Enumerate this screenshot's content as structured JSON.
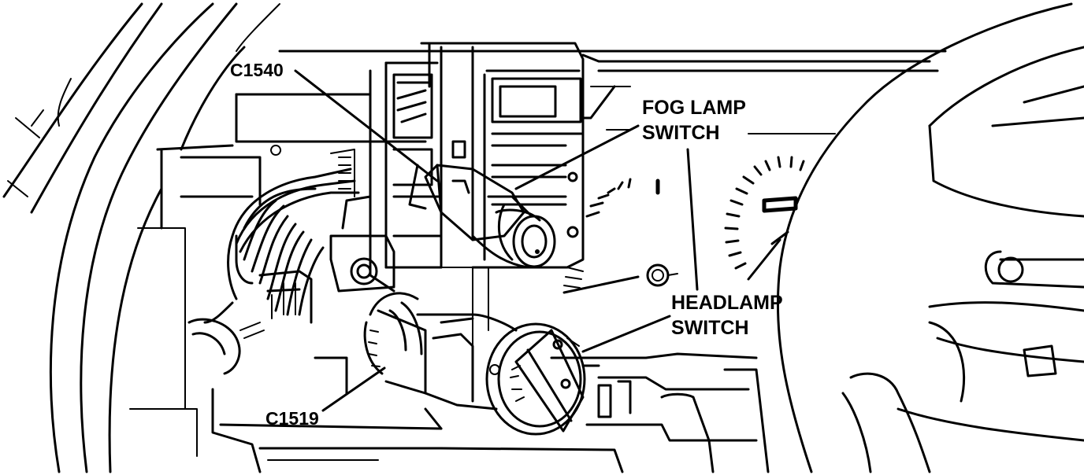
{
  "labels": {
    "c1540": "C1540",
    "fog_lamp_line1": "FOG LAMP",
    "fog_lamp_line2": "SWITCH",
    "headlamp_line1": "HEADLAMP",
    "headlamp_line2": "SWITCH",
    "c1519": "C1519"
  },
  "colors": {
    "ink": "#000000",
    "paper": "#ffffff"
  }
}
